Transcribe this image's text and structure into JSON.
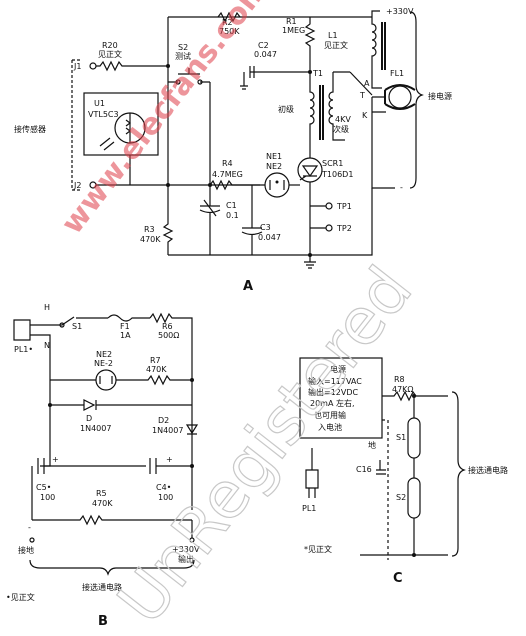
{
  "watermarks": {
    "site": "www.elecfans.com",
    "reg": "UnRegistered"
  },
  "panel_a": {
    "label": "A",
    "v_supply": "+330V",
    "r20": "R20",
    "r20_val": "见正文",
    "j1": "J1",
    "j2": "J2",
    "u1": "U1",
    "u1_val": "VTL5C3",
    "sensor_label": "接传感器",
    "s2": "S2",
    "s2_val": "测试",
    "r2": "R2",
    "r2_val": "750K",
    "r1": "R1",
    "r1_val": "1MEG",
    "l1": "L1",
    "l1_val": "见正文",
    "c2": "C2",
    "c2_val": "0.047",
    "t1": "T1",
    "primary": "初级",
    "sec_v": "4KV",
    "secondary": "次级",
    "fl1": "FL1",
    "a_pin": "A",
    "t_pin": "T",
    "k_pin": "K",
    "power_label": "接电源",
    "r4": "R4",
    "r4_val": "4.7MEG",
    "ne1": "NE1",
    "ne2": "NE2",
    "scr1": "SCR1",
    "scr1_val": "T106D1",
    "r3": "R3",
    "r3_val": "470K",
    "c1": "C1",
    "c1_val": "0.1",
    "c3": "C3",
    "c3_val": "0.047",
    "tp1": "TP1",
    "tp2": "TP2",
    "plus": "+",
    "minus": "-"
  },
  "panel_b": {
    "label": "B",
    "h": "H",
    "n": "N",
    "pl1": "PL1•",
    "s1": "S1",
    "f1": "F1",
    "f1_val": "1A",
    "r6": "R6",
    "r6_val": "500Ω",
    "ne2": "NE2",
    "ne2_val": "NE-2",
    "r7": "R7",
    "r7_val": "470K",
    "d": "D",
    "d_val": "1N4007",
    "d2": "D2",
    "d2_val": "1N4007",
    "c5": "C5•",
    "c5_val": "100",
    "c4": "C4•",
    "c4_val": "100",
    "r5": "R5",
    "r5_val": "470K",
    "plus1": "+",
    "plus2": "+",
    "minus": "-",
    "ground": "接地",
    "out_v": "+330V",
    "out_label": "输出",
    "footnote": "•见正文",
    "bottom": "接选通电路"
  },
  "panel_c": {
    "label": "C",
    "ps_title": "电源",
    "ps_in": "输入=117VAC",
    "ps_out": "输出=12VDC",
    "ps_cur": "20mA 左右,",
    "ps_note1": "也可用输",
    "ps_note2": "入电池",
    "r8": "R8",
    "r8_val": "47KΩ",
    "s1": "S1",
    "s2": "S2",
    "c16": "C16",
    "gnd": "地",
    "pl1": "PL1",
    "footnote": "*见正文",
    "right_label": "接选通电路"
  }
}
